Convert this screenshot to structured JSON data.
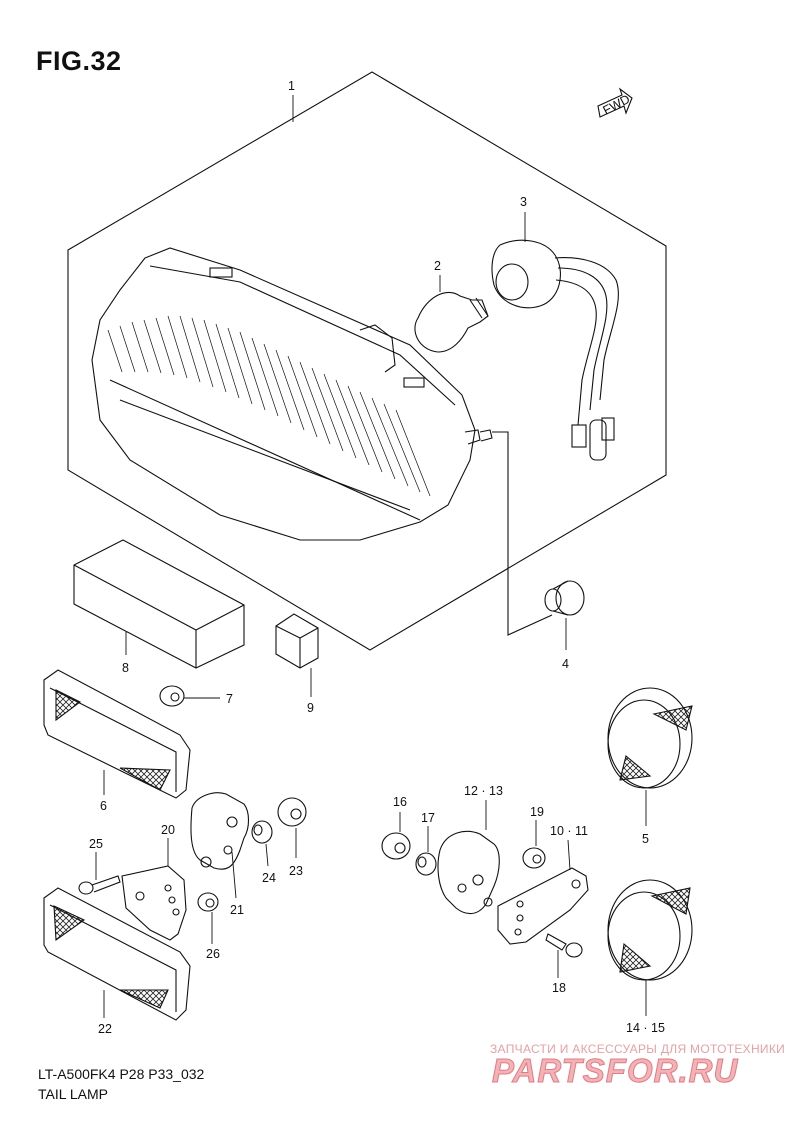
{
  "figure": {
    "title": "FIG.32",
    "model_code": "LT-A500FK4 P28 P33_032",
    "caption": "TAIL LAMP",
    "fwd_label": "FWD"
  },
  "callouts": [
    {
      "id": "c1",
      "label": "1"
    },
    {
      "id": "c2",
      "label": "2"
    },
    {
      "id": "c3",
      "label": "3"
    },
    {
      "id": "c4",
      "label": "4"
    },
    {
      "id": "c5",
      "label": "5"
    },
    {
      "id": "c6",
      "label": "6"
    },
    {
      "id": "c7",
      "label": "7"
    },
    {
      "id": "c8",
      "label": "8"
    },
    {
      "id": "c9",
      "label": "9"
    },
    {
      "id": "c10",
      "label": "10 · 11"
    },
    {
      "id": "c12",
      "label": "12 · 13"
    },
    {
      "id": "c14",
      "label": "14 · 15"
    },
    {
      "id": "c16",
      "label": "16"
    },
    {
      "id": "c17",
      "label": "17"
    },
    {
      "id": "c18",
      "label": "18"
    },
    {
      "id": "c19",
      "label": "19"
    },
    {
      "id": "c20",
      "label": "20"
    },
    {
      "id": "c21",
      "label": "21"
    },
    {
      "id": "c22",
      "label": "22"
    },
    {
      "id": "c23",
      "label": "23"
    },
    {
      "id": "c24",
      "label": "24"
    },
    {
      "id": "c25",
      "label": "25"
    },
    {
      "id": "c26",
      "label": "26"
    }
  ],
  "watermark": {
    "tagline": "ЗАПЧАСТИ И АКСЕССУАРЫ ДЛЯ МОТОТЕХНИКИ",
    "logo": "PARTSFOR.RU"
  }
}
